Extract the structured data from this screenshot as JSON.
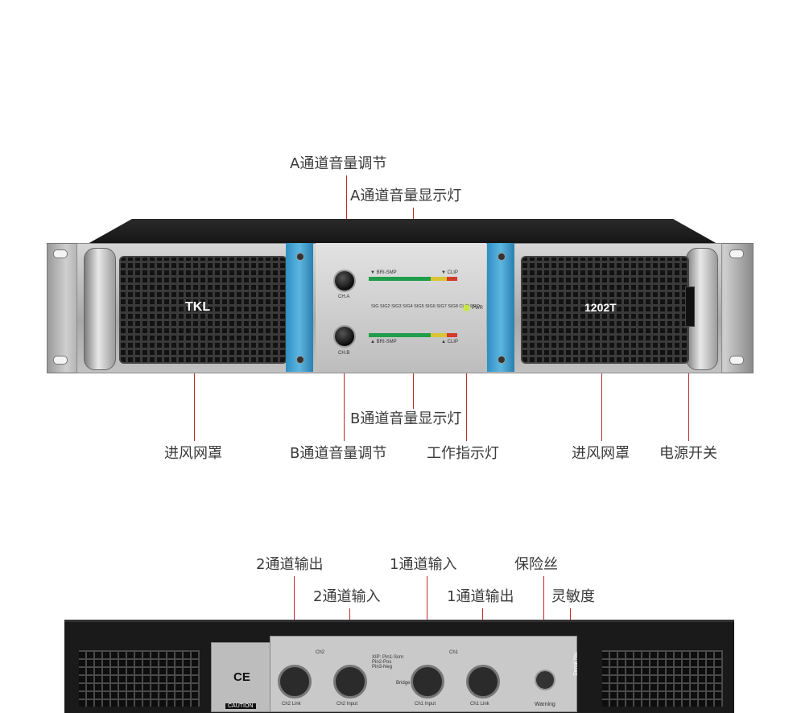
{
  "front": {
    "brand": "TKL",
    "model": "1202T",
    "knob_a_label": "CH.A",
    "knob_b_label": "CH.B",
    "meter_top_left": "▼ BRI-SMP",
    "meter_top_right": "▼ CLIP",
    "meter_bottom_left": "▲ BRI-SMP",
    "meter_bottom_right": "▲ CLIP",
    "meter_scale": "SIG SIG2 SIG3 SIG4 SIG5 SIG6 SIG7 SIG8 CLIP PRO",
    "pwr_label": "PWR",
    "colors": {
      "accent_line": "#c62828",
      "blue_plate": "#3fa2d2",
      "pwr_led": "#c8e63a"
    }
  },
  "callouts": {
    "a_volume": "A通道音量调节",
    "a_meter": "A通道音量显示灯",
    "b_meter": "B通道音量显示灯",
    "grille_left": "进风网罩",
    "b_volume": "B通道音量调节",
    "work_led": "工作指示灯",
    "grille_right": "进风网罩",
    "power_switch": "电源开关"
  },
  "rear_callouts": {
    "ch2_out": "2通道输出",
    "ch1_in": "1通道输入",
    "fuse": "保险丝",
    "ch2_in": "2通道输入",
    "ch1_out": "1通道输出",
    "sensitivity": "灵敏度"
  },
  "rear": {
    "ce": "CE",
    "caution": "CAUTION",
    "ch2": "Ch2",
    "ch1": "Ch1",
    "ch2_link": "Ch2 Link",
    "ch2_input": "Ch2 Input",
    "ch1_input": "Ch1 Input",
    "ch1_link": "Ch1 Link",
    "pin_info": "XIP: Pin1-Scrn Pin2-Pos Pin3-Neg",
    "bridge": "Bridge",
    "warning": "Warning",
    "serial": "Serial No."
  }
}
